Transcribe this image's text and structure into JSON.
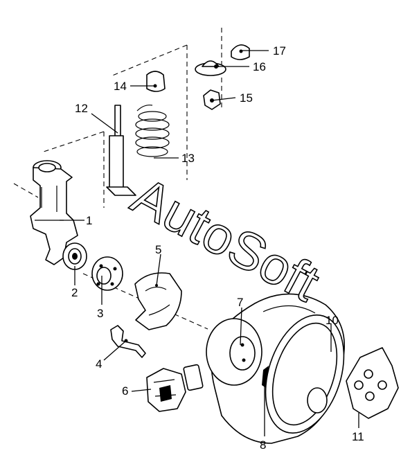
{
  "watermark": "AutoSoft",
  "callouts": [
    {
      "id": "1",
      "label": "1"
    },
    {
      "id": "2",
      "label": "2"
    },
    {
      "id": "3",
      "label": "3"
    },
    {
      "id": "4",
      "label": "4"
    },
    {
      "id": "5",
      "label": "5"
    },
    {
      "id": "6",
      "label": "6"
    },
    {
      "id": "7",
      "label": "7"
    },
    {
      "id": "8",
      "label": "8"
    },
    {
      "id": "10",
      "label": "10"
    },
    {
      "id": "11",
      "label": "11"
    },
    {
      "id": "12",
      "label": "12"
    },
    {
      "id": "13",
      "label": "13"
    },
    {
      "id": "14",
      "label": "14"
    },
    {
      "id": "15",
      "label": "15"
    },
    {
      "id": "16",
      "label": "16"
    },
    {
      "id": "17",
      "label": "17"
    }
  ]
}
